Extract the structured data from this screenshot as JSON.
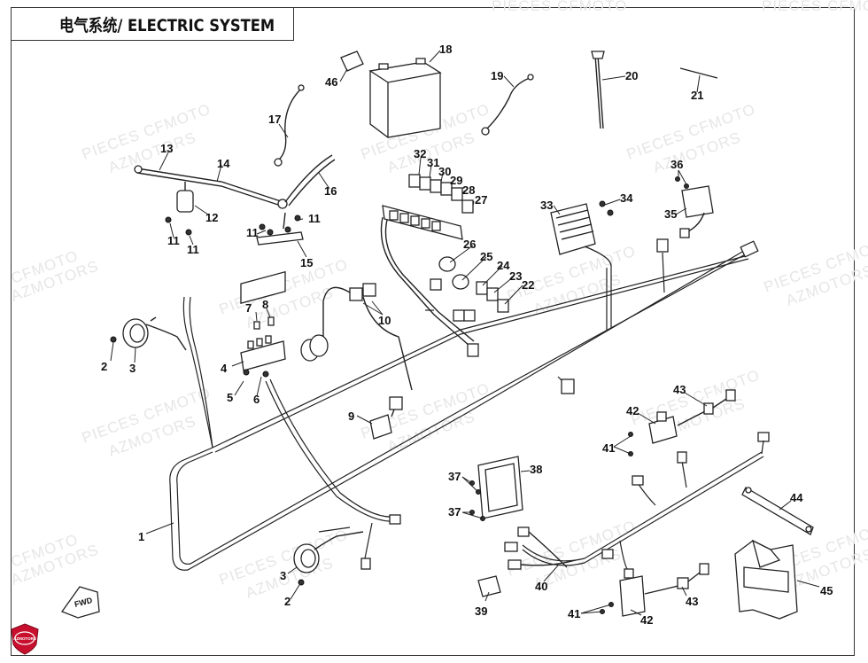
{
  "title": "电气系统/ ELECTRIC SYSTEM",
  "watermarks": [
    "PIECES CFMOTO",
    "AZMOTORS",
    "CFMOTO"
  ],
  "logo_text": "AZMOTORS",
  "fwd_label": "FWD",
  "callouts": [
    "1",
    "2",
    "3",
    "2",
    "3",
    "4",
    "5",
    "6",
    "7",
    "8",
    "9",
    "10",
    "11",
    "11",
    "11",
    "11",
    "12",
    "13",
    "14",
    "15",
    "16",
    "17",
    "18",
    "19",
    "20",
    "21",
    "22",
    "23",
    "24",
    "25",
    "26",
    "27",
    "28",
    "29",
    "30",
    "31",
    "32",
    "33",
    "34",
    "35",
    "36",
    "37",
    "37",
    "38",
    "39",
    "40",
    "41",
    "42",
    "43",
    "41",
    "42",
    "43",
    "44",
    "45",
    "46"
  ],
  "colors": {
    "line": "#222222",
    "watermark": "#e6e6e6",
    "logo_red": "#c8102e"
  }
}
